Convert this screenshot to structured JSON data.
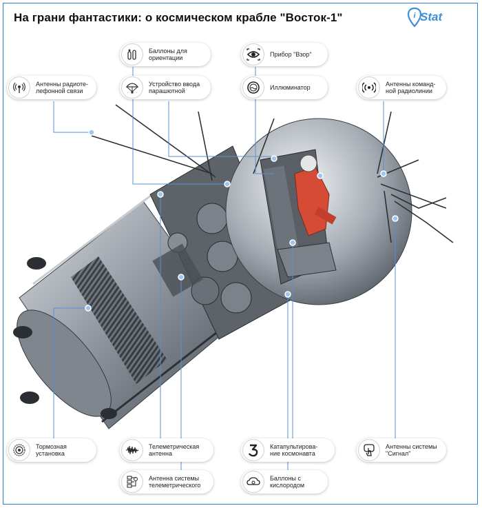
{
  "title": "На грани фантастики: о космическом крабле \"Восток-1\"",
  "logo": {
    "text": "Stat",
    "accent": "#3b8fd8"
  },
  "colors": {
    "leader": "#5b8fd6",
    "frame": "#2e7ae6"
  },
  "callouts": {
    "ballony_orient": {
      "label": "Баллоны для ориентации",
      "icon": "gas-tanks-icon"
    },
    "pribor_vzor": {
      "label": "Прибор \"Взор\"",
      "icon": "eye-icon"
    },
    "antenny_radiotel": {
      "label": "Антенны радиоте-лефонной связи",
      "icon": "radio-antenna-icon"
    },
    "ustroystvo_parash": {
      "label": "Устройство ввода парашютной",
      "icon": "parachute-icon"
    },
    "illyuminator": {
      "label": "Иллюминатор",
      "icon": "porthole-icon"
    },
    "antenny_komand": {
      "label": "Антенны команд-ной радиолинии",
      "icon": "signal-icon"
    },
    "tormoznaya": {
      "label": "Тормозная установка",
      "icon": "brake-icon"
    },
    "telemetr_antenna": {
      "label": "Телеметрическая антенна",
      "icon": "waveform-icon"
    },
    "katapult": {
      "label": "Катапультирова-ние космонавта",
      "icon": "three-icon"
    },
    "antenny_signal": {
      "label": "Антенны системы \"Сигнал\"",
      "icon": "touch-icon"
    },
    "antenna_telemetr_sys": {
      "label": "Антенна системы телеметрического",
      "icon": "flowchart-icon"
    },
    "ballony_kislorod": {
      "label": "Баллоны с кислородом",
      "icon": "oxygen-icon"
    }
  }
}
